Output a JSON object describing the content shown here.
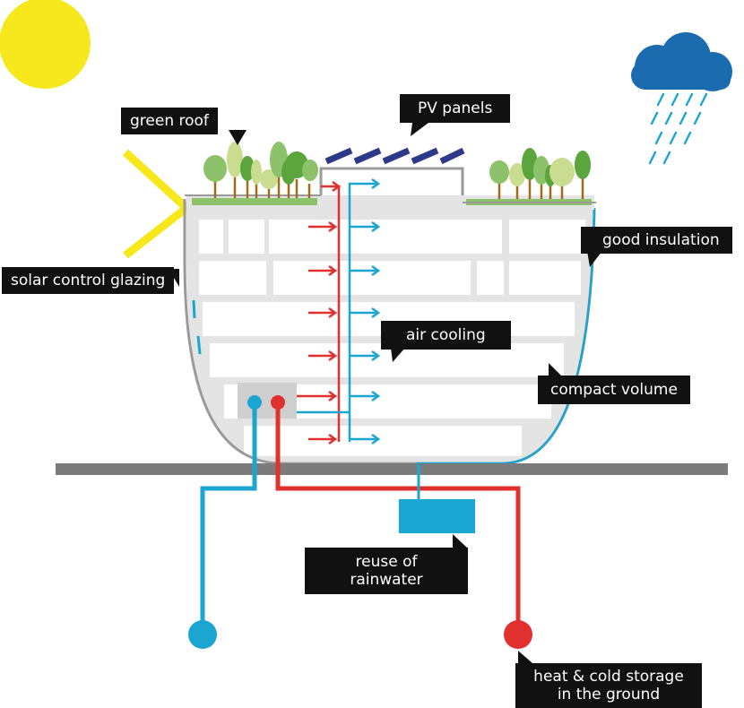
{
  "labels": {
    "green_roof": "green roof",
    "pv_panels": "PV panels",
    "good_insulation": "good insulation",
    "solar_control_glazing": "solar control glazing",
    "air_cooling": "air cooling",
    "compact_volume": "compact volume",
    "reuse_rainwater_line1": "reuse of",
    "reuse_rainwater_line2": "rainwater",
    "ground_storage_line1": "heat & cold storage",
    "ground_storage_line2": "in the ground"
  },
  "colors": {
    "sun": "#f6e81d",
    "cloud": "#1a6cae",
    "warm": "#e0312f",
    "cool": "#1aa6d0",
    "ground": "#7b7b7b",
    "wall": "#e4e4e4",
    "outline": "#9a9a9a",
    "roof_green": "#8cc36a",
    "pv": "#2d3a87",
    "label_bg": "#111111"
  },
  "icons": [
    "sun-icon",
    "rain-cloud-icon",
    "tree-icon",
    "pv-panel-icon",
    "sun-ray-icon"
  ]
}
